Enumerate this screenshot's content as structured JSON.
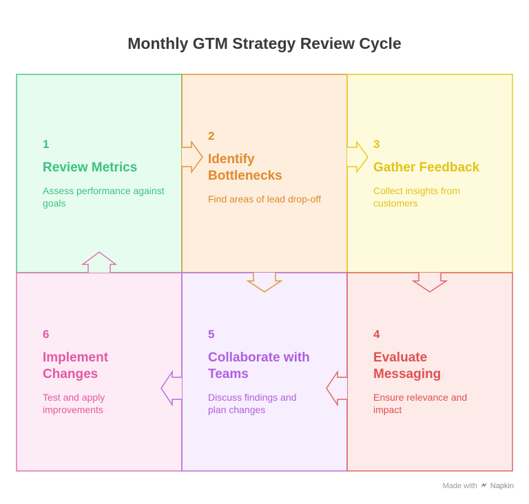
{
  "title": "Monthly GTM Strategy Review Cycle",
  "steps": [
    {
      "num": "1",
      "heading": "Review Metrics",
      "desc": "Assess performance against goals",
      "color": "#3cc281",
      "fill": "#e6fcef",
      "border": "#4cc58a"
    },
    {
      "num": "2",
      "heading": "Identify Bottlenecks",
      "desc": "Find areas of lead drop-off",
      "color": "#e08a2c",
      "fill": "#feeedd",
      "border": "#e0953a"
    },
    {
      "num": "3",
      "heading": "Gather Feedback",
      "desc": "Collect insights from customers",
      "color": "#e2c31a",
      "fill": "#fefbdc",
      "border": "#e3cb2a"
    },
    {
      "num": "4",
      "heading": "Evaluate Messaging",
      "desc": "Ensure relevance and impact",
      "color": "#e0504f",
      "fill": "#fdebea",
      "border": "#e06565"
    },
    {
      "num": "5",
      "heading": "Collaborate with Teams",
      "desc": "Discuss findings and plan changes",
      "color": "#b05ee0",
      "fill": "#f7effd",
      "border": "#b66fe0"
    },
    {
      "num": "6",
      "heading": "Implement Changes",
      "desc": "Test and apply improvements",
      "color": "#e458a2",
      "fill": "#fdecf5",
      "border": "#e070b0"
    }
  ],
  "footer": {
    "made_with": "Made with",
    "brand": "Napkin"
  }
}
